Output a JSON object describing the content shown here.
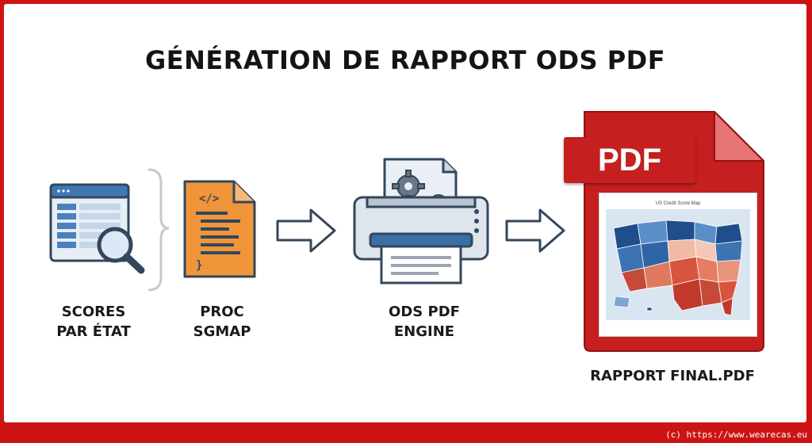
{
  "title": "GÉNÉRATION DE RAPPORT ODS PDF",
  "steps": [
    {
      "line1": "SCORES",
      "line2": "PAR ÉTAT",
      "icon": "data-table-magnifier-icon"
    },
    {
      "line1": "PROC",
      "line2": "SGMAP",
      "icon": "code-file-icon"
    },
    {
      "line1": "ODS PDF",
      "line2": "ENGINE",
      "icon": "printer-gears-icon"
    },
    {
      "line1": "RAPPORT FINAL.PDF",
      "icon": "pdf-document-icon"
    }
  ],
  "pdf_badge": "PDF",
  "map_title": "US Credit Score Map",
  "colors": {
    "frame": "#cc1414",
    "pdf_red": "#c51f1f",
    "code_orange": "#f0953a",
    "blue": "#3a6ea5"
  },
  "footer": "(c) https://www.wearecas.eu"
}
